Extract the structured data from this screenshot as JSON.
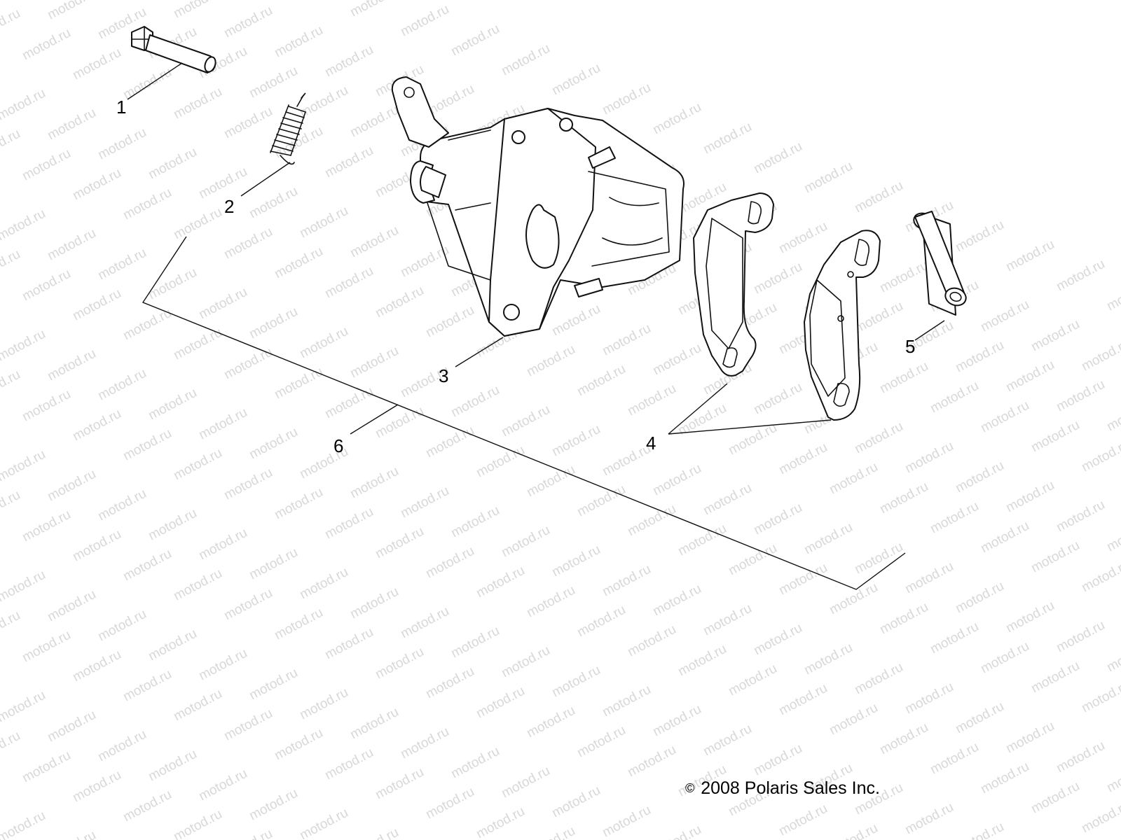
{
  "watermark": "motod.ru",
  "callouts": [
    "1",
    "2",
    "3",
    "4",
    "5",
    "6"
  ],
  "copyright": {
    "symbol": "©",
    "text": "2008 Polaris Sales Inc."
  },
  "parts": [
    {
      "callout": "1",
      "icon": "bolt-icon"
    },
    {
      "callout": "2",
      "icon": "spring-icon"
    },
    {
      "callout": "3",
      "icon": "caliper-icon"
    },
    {
      "callout": "4",
      "icon": "brake-pad-icon"
    },
    {
      "callout": "5",
      "icon": "bushing-icon"
    },
    {
      "callout": "6",
      "icon": "assembly-bracket-icon"
    }
  ]
}
